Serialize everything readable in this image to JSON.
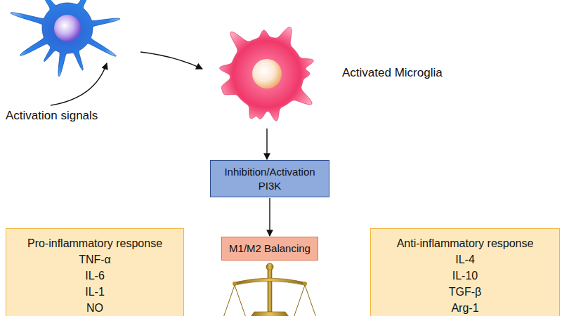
{
  "diagram": {
    "nodes": [
      {
        "text": [
          "Activated Microglia"
        ]
      },
      {
        "text": [
          "Inhibition/Activation PI3K"
        ]
      },
      {
        "text": [
          "M1/M2 Balancing"
        ]
      },
      {
        "text": [
          "Pro-inflammatory response",
          "TNF-α",
          "IL-6",
          "IL-1",
          "NO"
        ]
      },
      {
        "text": [
          "Anti-inflammatory response",
          "IL-4",
          "IL-10",
          "TGF-β",
          "Arg-1"
        ]
      }
    ],
    "edges": [
      {
        "from": 0,
        "to": 1,
        "arrow": "to"
      },
      {
        "from": 1,
        "to": 2,
        "arrow": "to"
      }
    ],
    "labels": [
      "Activation signals"
    ]
  }
}
